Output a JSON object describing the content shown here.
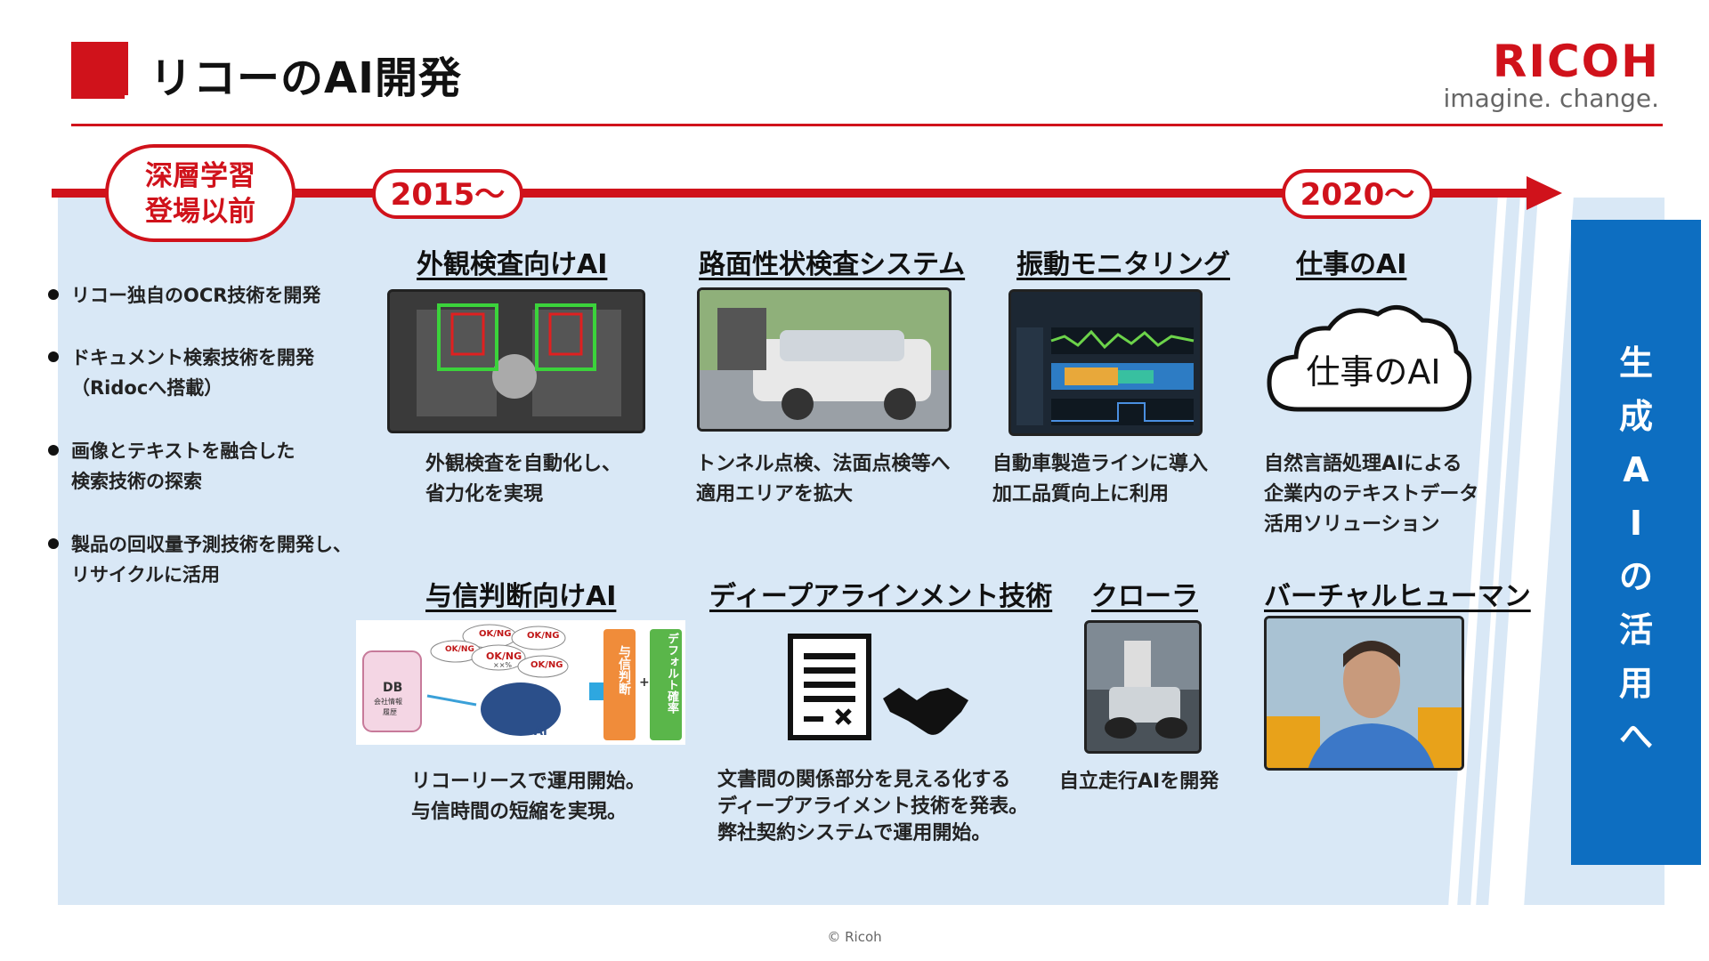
{
  "header": {
    "title": "リコーのAI開発",
    "logo_word": "RICOH",
    "logo_tagline": "imagine. change."
  },
  "timeline": {
    "era_pre_line1": "深層学習",
    "era_pre_line2": "登場以前",
    "era_2015": "2015〜",
    "era_2020": "2020〜"
  },
  "pre_bullets": [
    {
      "line1": "リコー独自のOCR技術を開発",
      "line2": ""
    },
    {
      "line1": "ドキュメント検索技術を開発",
      "line2": "（Ridocへ搭載）"
    },
    {
      "line1": "画像とテキストを融合した",
      "line2": "検索技術の探索"
    },
    {
      "line1": "製品の回収量予測技術を開発し、",
      "line2": "リサイクルに活用"
    }
  ],
  "items": [
    {
      "title": "外観検査向けAI",
      "desc1": "外観検査を自動化し、",
      "desc2": "省力化を実現",
      "desc3": ""
    },
    {
      "title": "路面性状検査システム",
      "desc1": "トンネル点検、法面点検等へ",
      "desc2": "適用エリアを拡大",
      "desc3": ""
    },
    {
      "title": "振動モニタリング",
      "desc1": "自動車製造ラインに導入",
      "desc2": "加工品質向上に利用",
      "desc3": ""
    },
    {
      "title": "仕事のAI",
      "desc1": "自然言語処理AIによる",
      "desc2": "企業内のテキストデータ",
      "desc3": "活用ソリューション"
    },
    {
      "title": "与信判断向けAI",
      "desc1": "リコーリースで運用開始。",
      "desc2": "与信時間の短縮を実現。",
      "desc3": ""
    },
    {
      "title": "ディープアラインメント技術",
      "desc1": "文書間の関係部分を見える化する",
      "desc2": "ディープアライメント技術を発表。",
      "desc3": "弊社契約システムで運用開始。"
    },
    {
      "title": "クローラ",
      "desc1": "自立走行AIを開発",
      "desc2": "",
      "desc3": ""
    },
    {
      "title": "バーチャルヒューマン",
      "desc1": "",
      "desc2": "",
      "desc3": ""
    }
  ],
  "images": {
    "cloud_text": "仕事のAI",
    "credit_labels": [
      "OK/NG",
      "OK/NG",
      "OK/NG",
      "OK/NG",
      "OK/NG"
    ],
    "credit_pct": "××%",
    "credit_db": "DB",
    "credit_db_sub1": "会社情報",
    "credit_db_sub2": "履歴",
    "credit_ai": "AI",
    "credit_box1": "与信判断",
    "credit_box2": "デフォルト確率",
    "credit_plus": "+"
  },
  "side_panel": {
    "chars": [
      "生",
      "成",
      "A",
      "I",
      "の",
      "活",
      "用",
      "へ"
    ]
  },
  "footer": {
    "copyright": "© Ricoh"
  },
  "colors": {
    "brand_red": "#d0121b",
    "side_blue": "#0d6ec1",
    "panel_bg": "#d9e8f6"
  },
  "icons": [
    "document-icon",
    "handshake-icon",
    "cloud-icon"
  ]
}
